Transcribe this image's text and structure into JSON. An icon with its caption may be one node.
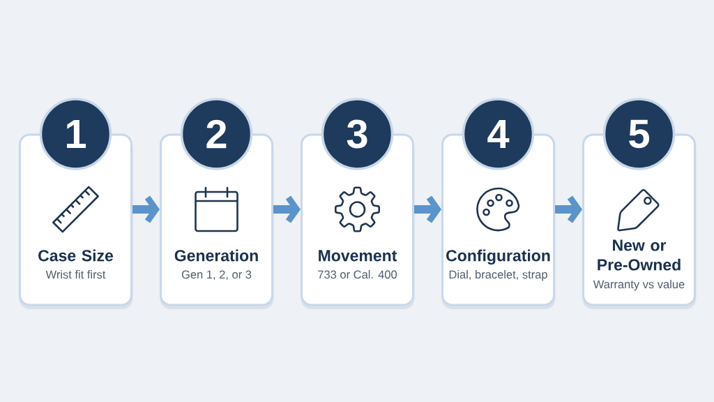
{
  "diagram": {
    "nodes": [
      {
        "text": [
          "1"
        ]
      },
      {
        "text": [
          "Case Size",
          "Wrist fit first"
        ]
      },
      {
        "text": [
          "2"
        ]
      },
      {
        "text": [
          "Generation",
          "Gen 1, 2, or 3"
        ]
      },
      {
        "text": [
          "3"
        ]
      },
      {
        "text": [
          "Movement",
          "733 or Cal. 400"
        ]
      },
      {
        "text": [
          "4"
        ]
      },
      {
        "text": [
          "Configuration",
          "Dial, bracelet, strap"
        ]
      },
      {
        "text": [
          "5"
        ]
      },
      {
        "text": [
          "New or Pre-Owned",
          "Warranty vs value"
        ]
      }
    ],
    "edges": [
      {
        "from": 1,
        "to": 3,
        "arrow": "to"
      },
      {
        "from": 3,
        "to": 5,
        "arrow": "to"
      },
      {
        "from": 5,
        "to": 7,
        "arrow": "to"
      },
      {
        "from": 7,
        "to": 9,
        "arrow": "to"
      }
    ]
  }
}
